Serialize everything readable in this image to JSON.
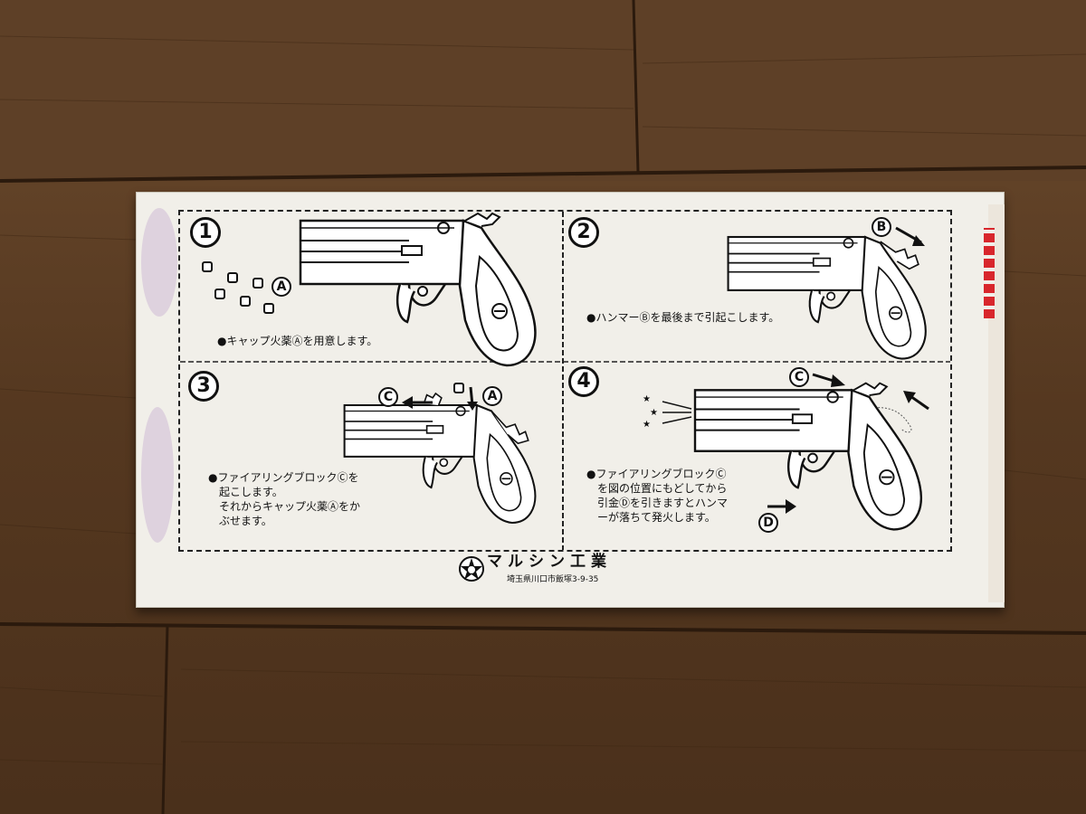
{
  "steps": [
    {
      "number": "1",
      "caption": "●キャップ火薬Ⓐを用意します。"
    },
    {
      "number": "2",
      "caption": "●ハンマーⒷを最後まで引起こします。"
    },
    {
      "number": "3",
      "caption": "●ファイアリングブロックⒸを\n　起こします。\n　それからキャップ火薬Ⓐをか\n　ぶせます。"
    },
    {
      "number": "4",
      "caption": "●ファイアリングブロックⒸ\n　を図の位置にもどしてから\n　引金Ⓓを引きますとハンマ\n　ーが落ちて発火します。"
    }
  ],
  "labels": {
    "a": "A",
    "b": "B",
    "c": "C",
    "d": "D"
  },
  "company": "マルシン工業",
  "address": "埼玉県川口市飯塚3-9-35",
  "colors": {
    "floor": "#5a3d24",
    "box": "#f1efe9",
    "ink": "#111111",
    "red": "#d8262c"
  }
}
